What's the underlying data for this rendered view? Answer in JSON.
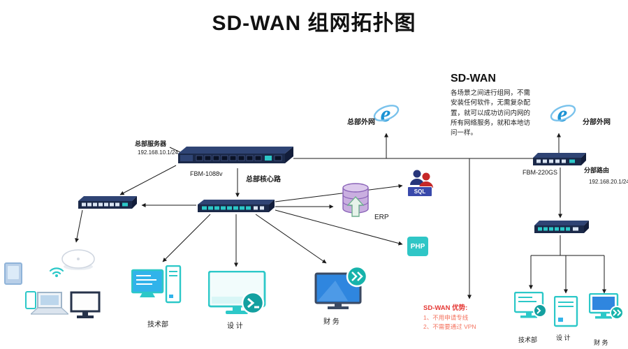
{
  "title": "SD-WAN 组网拓扑图",
  "sdwan": {
    "heading": "SD-WAN",
    "note": "各场景之间进行组网，不需安装任何软件，无需复杂配置，就可以成功访问内网的所有网络服务，就和本地访问一样。"
  },
  "hq": {
    "internet_label": "总部外网",
    "server_label": "总部服务器",
    "server_ip": "192.168.10.1/24",
    "router_model": "FBM-1088v",
    "router_role": "总部核心路",
    "erp_label": "ERP",
    "sql_label": "SQL",
    "php_label": "PHP",
    "dept_tech": "技术部",
    "dept_design": "设 计",
    "dept_finance": "财 务"
  },
  "branch": {
    "internet_label": "分部外网",
    "router_model": "FBM-220GS",
    "router_role": "分部路由",
    "router_ip": "192.168.20.1/24",
    "dept_tech": "技术部",
    "dept_design": "设 计",
    "dept_finance": "财 务"
  },
  "advantages": {
    "heading": "SD-WAN 优势:",
    "item1": "1、不用申请专线",
    "item2": "2、不需要通过 VPN"
  }
}
